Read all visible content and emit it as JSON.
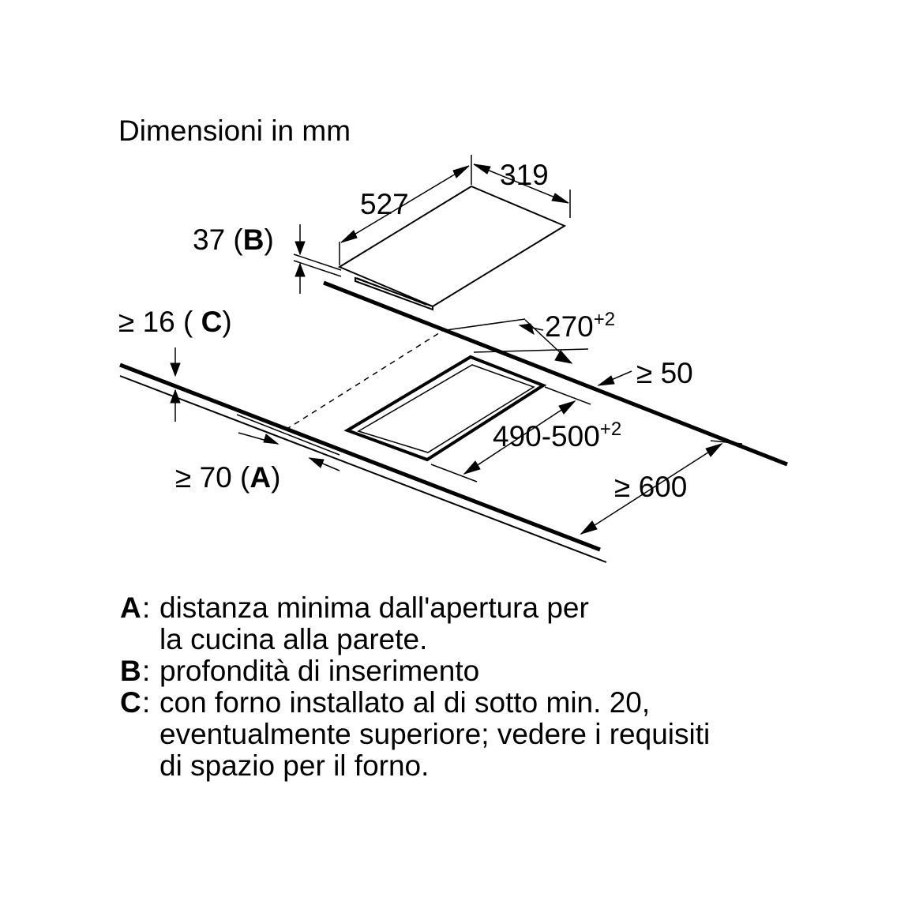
{
  "title": "Dimensioni in mm",
  "dimensions": {
    "hob_width": "527",
    "hob_depth": "319",
    "insert_depth": "37",
    "insert_depth_key": "B",
    "gap_below": "≥ 16",
    "gap_below_key": "C",
    "wall_distance": "≥ 70",
    "wall_distance_key": "A",
    "cutout_depth": "270",
    "cutout_depth_tol": "+2",
    "cutout_width": "490-500",
    "cutout_width_tol": "+2",
    "front_distance": "≥ 50",
    "worktop_depth": "≥ 600"
  },
  "legend": [
    {
      "key": "A",
      "text": "distanza minima dall'apertura per\nla cucina alla parete."
    },
    {
      "key": "B",
      "text": "profondità di inserimento"
    },
    {
      "key": "C",
      "text": "con forno installato al di sotto min. 20,\neventualmente superiore; vedere i requisiti\ndi spazio per il forno."
    }
  ]
}
